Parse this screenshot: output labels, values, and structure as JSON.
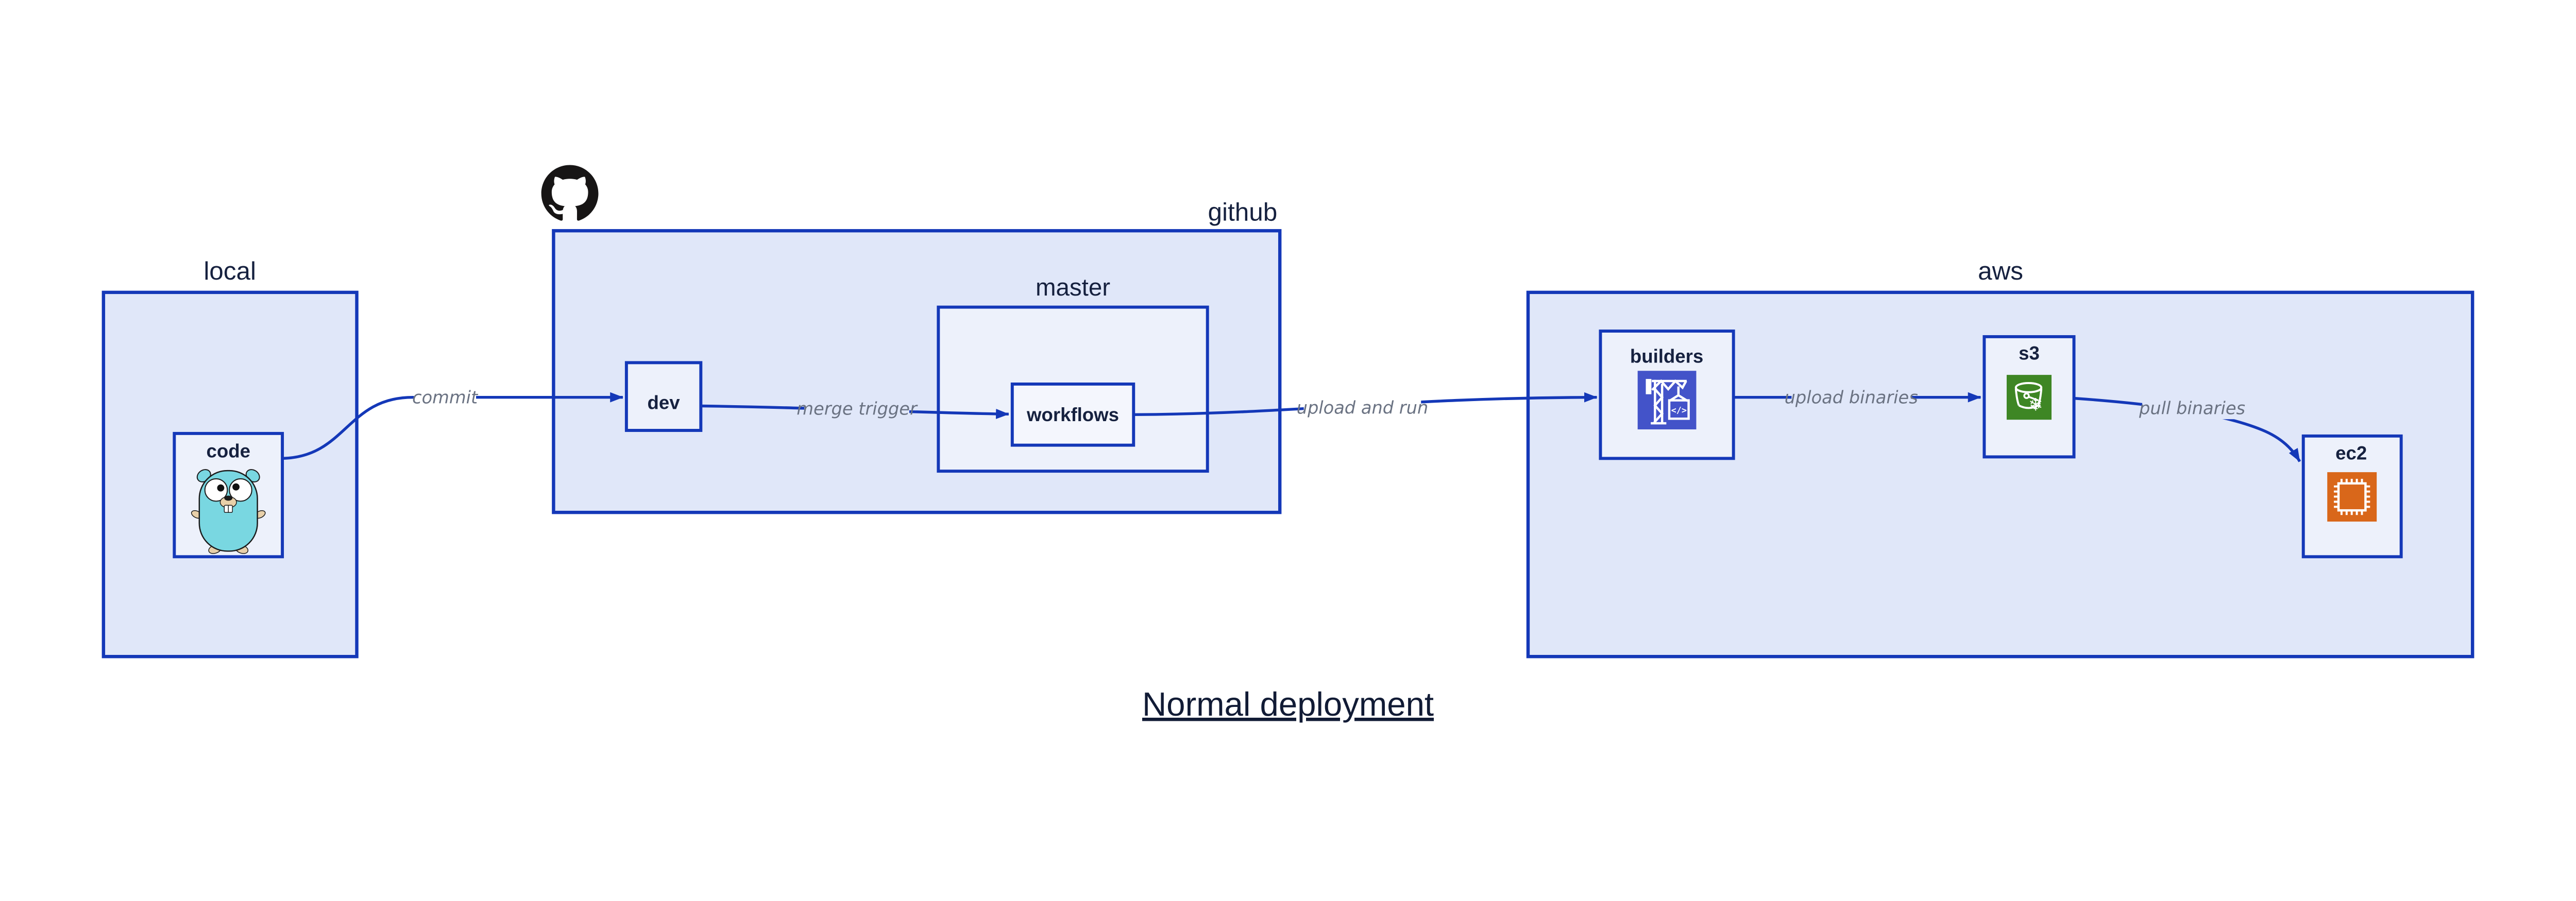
{
  "title": {
    "text": "Normal deployment"
  },
  "containers": {
    "local": {
      "label": "local"
    },
    "github": {
      "label": "github"
    },
    "master": {
      "label": "master"
    },
    "aws": {
      "label": "aws"
    }
  },
  "nodes": {
    "code": {
      "label": "code"
    },
    "dev": {
      "label": "dev"
    },
    "workflows": {
      "label": "workflows"
    },
    "builders": {
      "label": "builders"
    },
    "s3": {
      "label": "s3"
    },
    "ec2": {
      "label": "ec2"
    }
  },
  "edges": {
    "commit": {
      "label": "commit"
    },
    "merge_trigger": {
      "label": "merge trigger"
    },
    "upload_and_run": {
      "label": "upload and run"
    },
    "upload_binaries": {
      "label": "upload binaries"
    },
    "pull_binaries": {
      "label": "pull binaries"
    }
  },
  "icons": {
    "octocat": {
      "name": "github-octocat-icon"
    },
    "gopher": {
      "name": "go-gopher-icon"
    },
    "codebuild": {
      "name": "codebuild-crane-icon",
      "glyph": "</>"
    },
    "s3_bucket": {
      "name": "s3-glacier-bucket-icon",
      "glyph": "❄"
    },
    "ec2_chip": {
      "name": "ec2-chip-icon"
    }
  },
  "colors": {
    "border_blue": "#1438b8",
    "outer_fill": "#e0e7f9",
    "node_fill": "#edf1fb",
    "subnode_fill": "#f4f6fd",
    "edge_label_gray": "#6a7282",
    "text_navy": "#16213f",
    "codebuild_indigo": "#4353c9",
    "s3_green": "#3e8624",
    "ec2_orange": "#d9671a",
    "octocat_black": "#171515",
    "gopher_teal": "#79d7e1"
  }
}
